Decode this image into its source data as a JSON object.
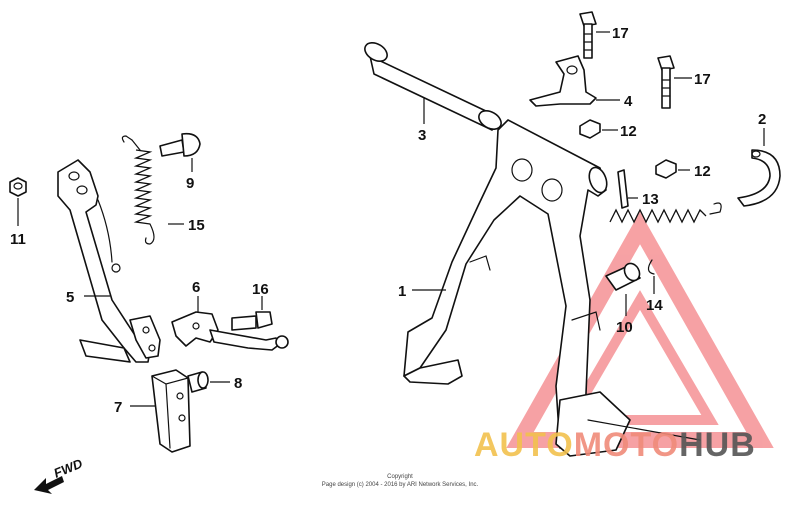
{
  "callouts": {
    "c1": "1",
    "c2": "2",
    "c3": "3",
    "c4": "4",
    "c5": "5",
    "c6": "6",
    "c7": "7",
    "c8": "8",
    "c9": "9",
    "c10": "10",
    "c11": "11",
    "c12a": "12",
    "c12b": "12",
    "c13": "13",
    "c14": "14",
    "c15": "15",
    "c16": "16",
    "c17a": "17",
    "c17b": "17"
  },
  "direction_label": "FWD",
  "copyright": {
    "line1": "Copyright",
    "line2": "Page design (c) 2004 - 2016 by ARI Network Services, Inc."
  },
  "watermark": {
    "part1": "AUTO",
    "part2": "MOTO",
    "part3": "HUB",
    "color_part1": "#f2c14e",
    "color_part2": "#f08b7a",
    "color_part3": "#555555",
    "triangle_color": "#f0565a"
  }
}
